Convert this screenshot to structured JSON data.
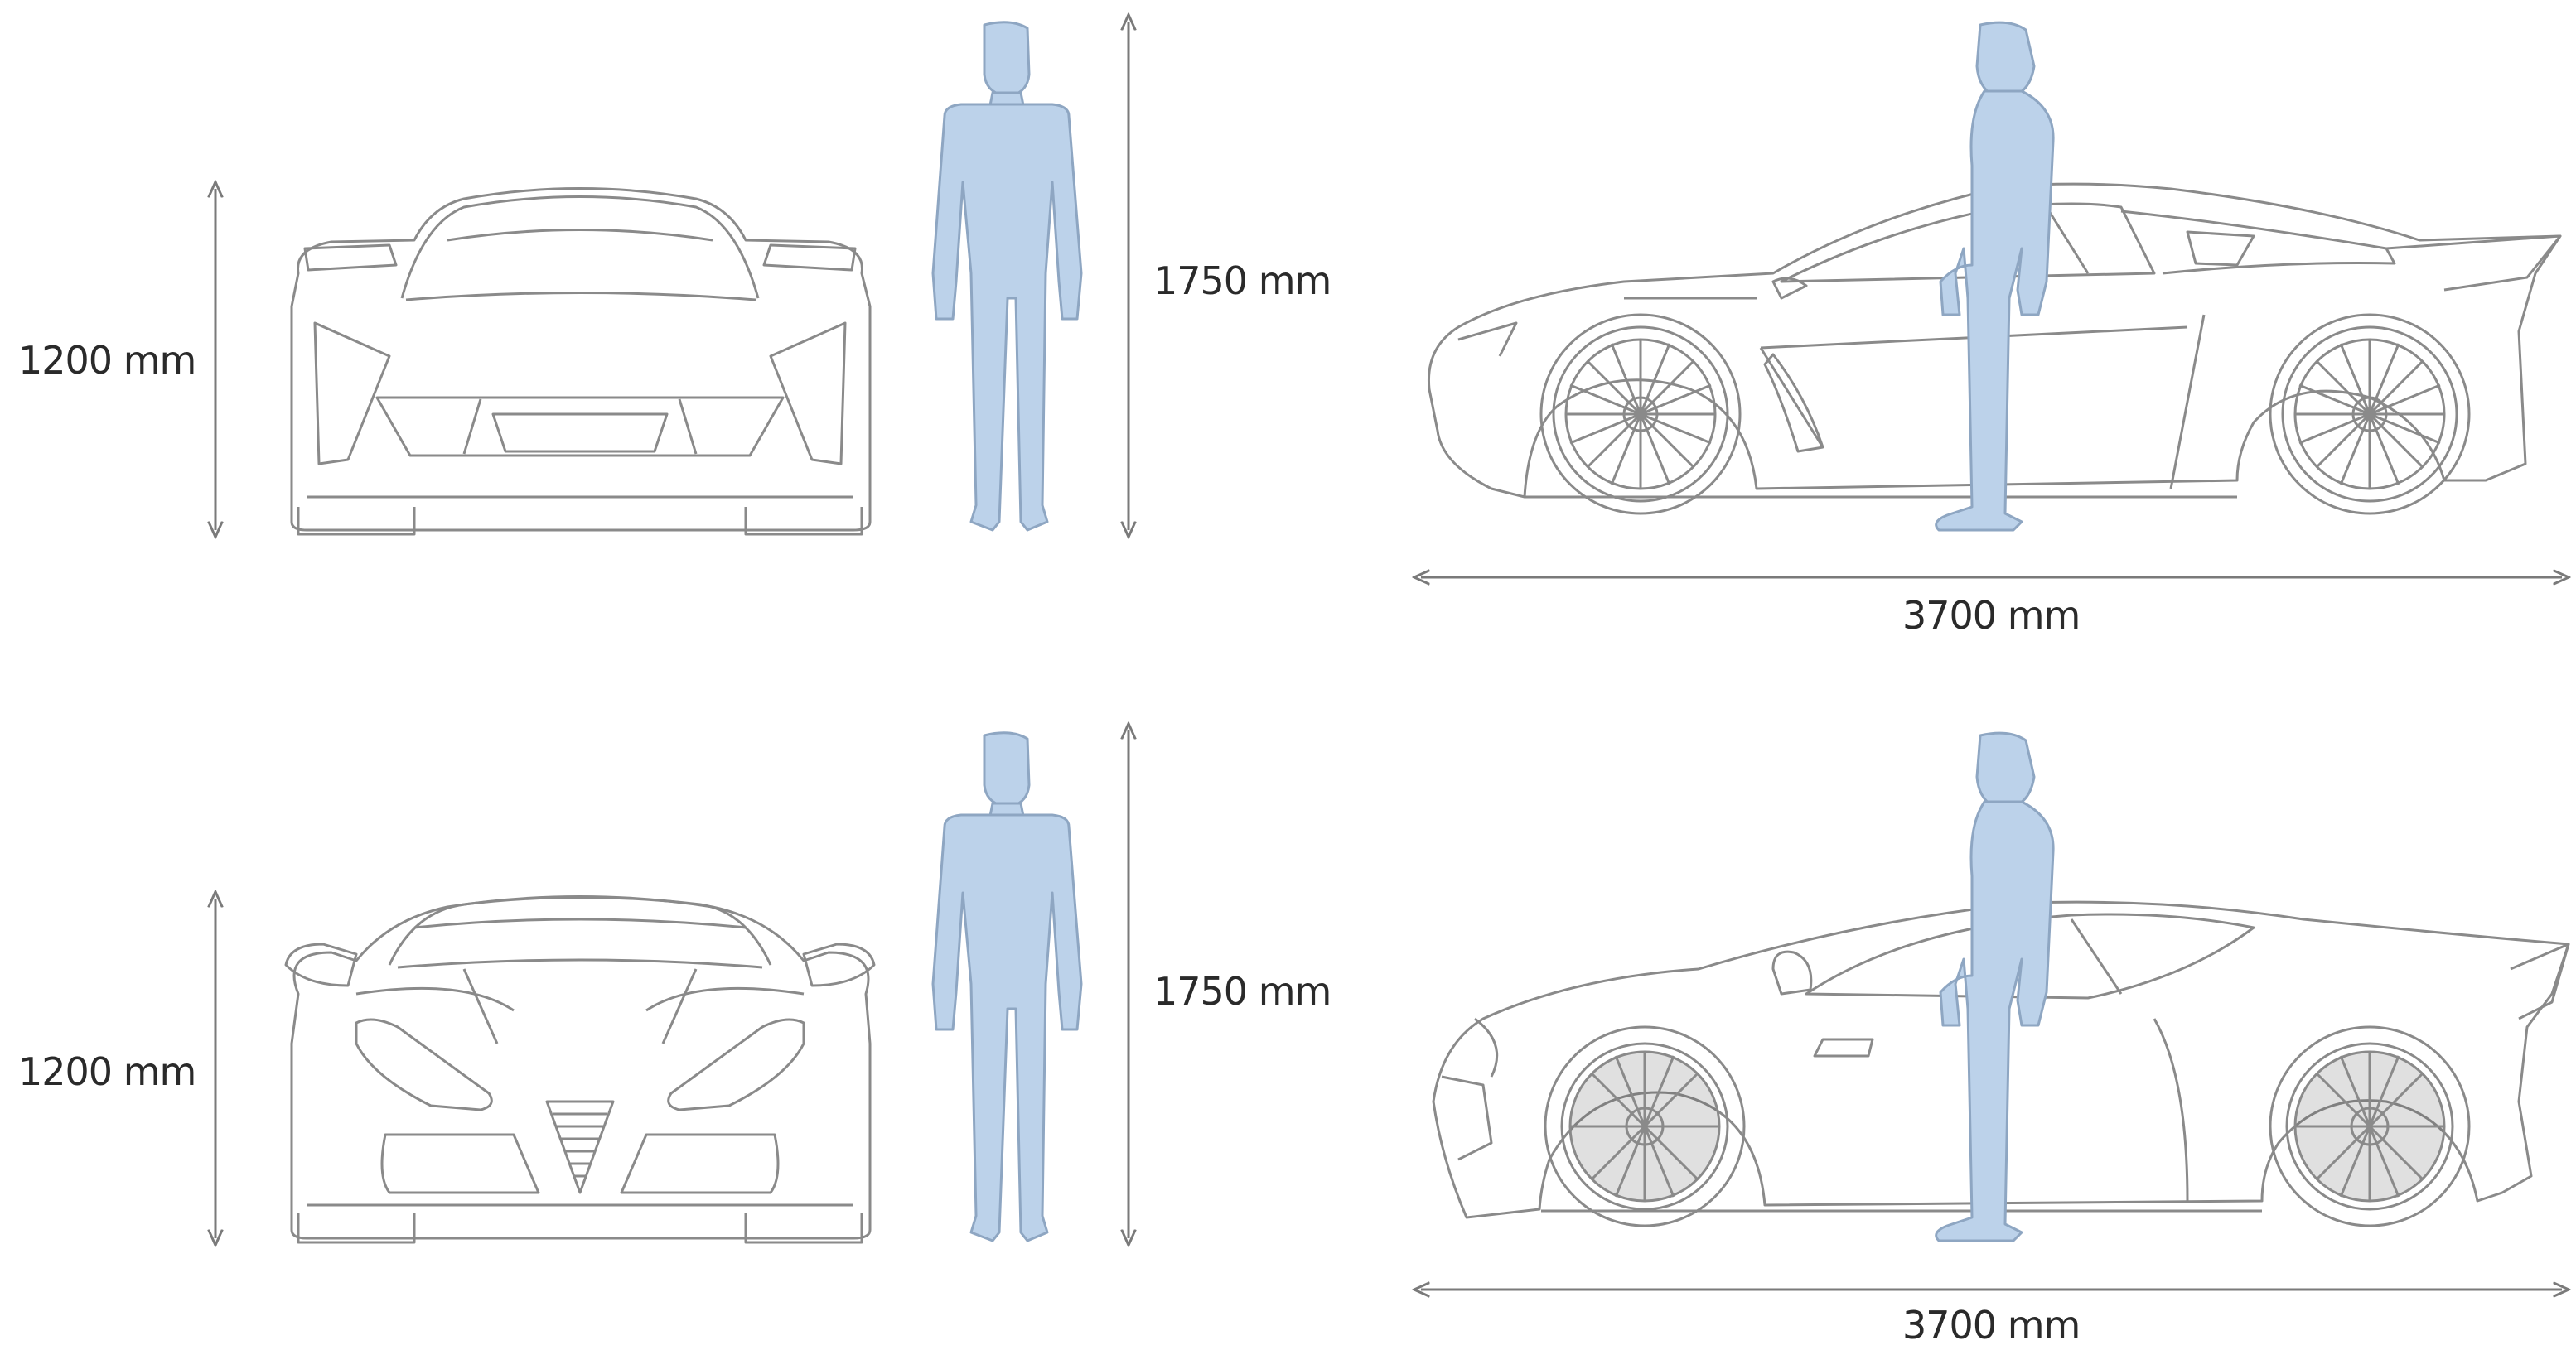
{
  "colors": {
    "line": "#8a8a8a",
    "person_fill": "#bcd2ea",
    "person_stroke": "#8ea6c2",
    "dim_line": "#7a7a7a",
    "text": "#2a2a2a"
  },
  "rows": [
    {
      "front_height_label": "1200 mm",
      "person_height_label": "1750 mm",
      "length_label": "3700 mm"
    },
    {
      "front_height_label": "1200 mm",
      "person_height_label": "1750 mm",
      "length_label": "3700 mm"
    }
  ]
}
